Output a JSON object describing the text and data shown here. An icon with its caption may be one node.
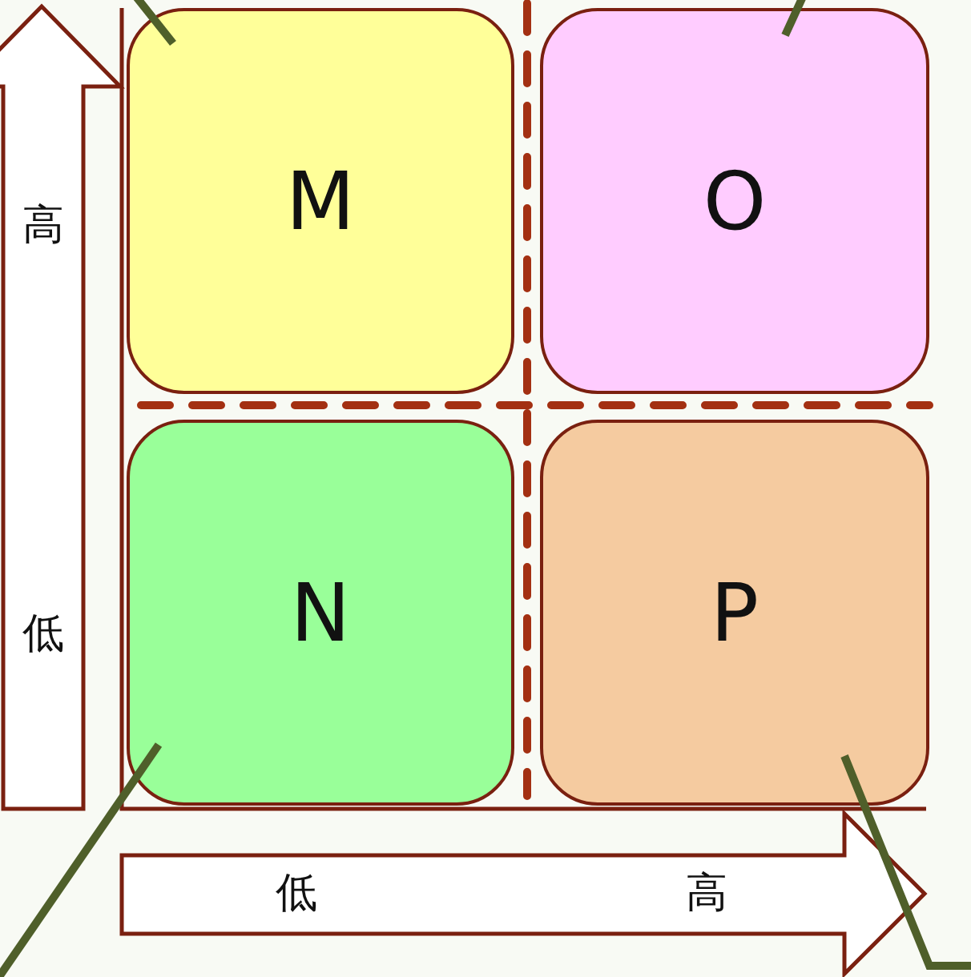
{
  "diagram": {
    "nodes": [
      {
        "text": [
          "M"
        ]
      },
      {
        "text": [
          "O"
        ]
      },
      {
        "text": [
          "N"
        ]
      },
      {
        "text": [
          "P"
        ]
      }
    ],
    "edges": [
      {
        "from": null,
        "to": 0,
        "arrow": "none"
      },
      {
        "from": null,
        "to": 1,
        "arrow": "none"
      },
      {
        "from": null,
        "to": 2,
        "arrow": "none"
      },
      {
        "from": null,
        "to": 3,
        "arrow": "none"
      }
    ],
    "labels": [
      "高",
      "低",
      "低",
      "高"
    ]
  }
}
